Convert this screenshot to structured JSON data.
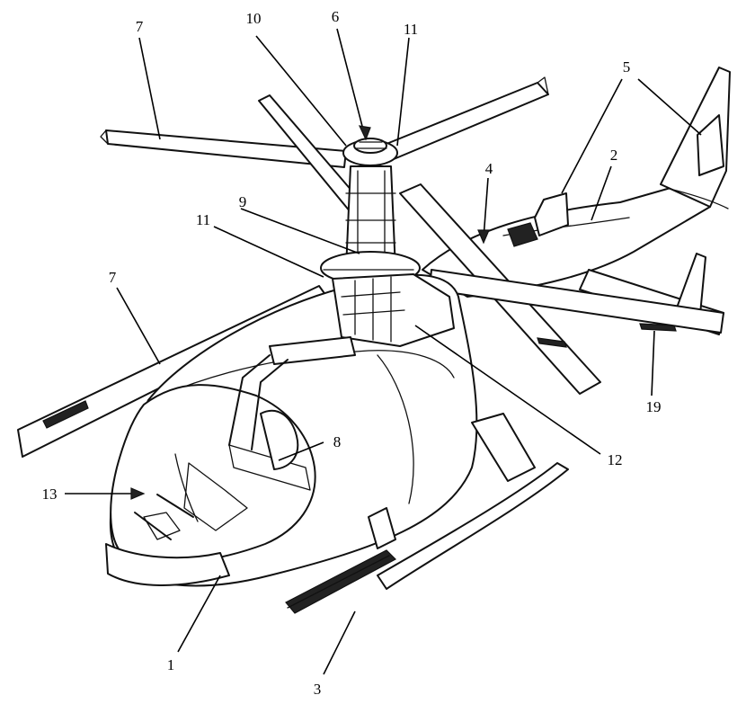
{
  "callouts": [
    {
      "id": "c1",
      "text": "1"
    },
    {
      "id": "c2",
      "text": "2"
    },
    {
      "id": "c3",
      "text": "3"
    },
    {
      "id": "c4",
      "text": "4"
    },
    {
      "id": "c5",
      "text": "5"
    },
    {
      "id": "c6",
      "text": "6"
    },
    {
      "id": "c7a",
      "text": "7"
    },
    {
      "id": "c7b",
      "text": "7"
    },
    {
      "id": "c8",
      "text": "8"
    },
    {
      "id": "c9",
      "text": "9"
    },
    {
      "id": "c10",
      "text": "10"
    },
    {
      "id": "c11a",
      "text": "11"
    },
    {
      "id": "c11b",
      "text": "11"
    },
    {
      "id": "c12",
      "text": "12"
    },
    {
      "id": "c13",
      "text": "13"
    },
    {
      "id": "c19",
      "text": "19"
    }
  ]
}
